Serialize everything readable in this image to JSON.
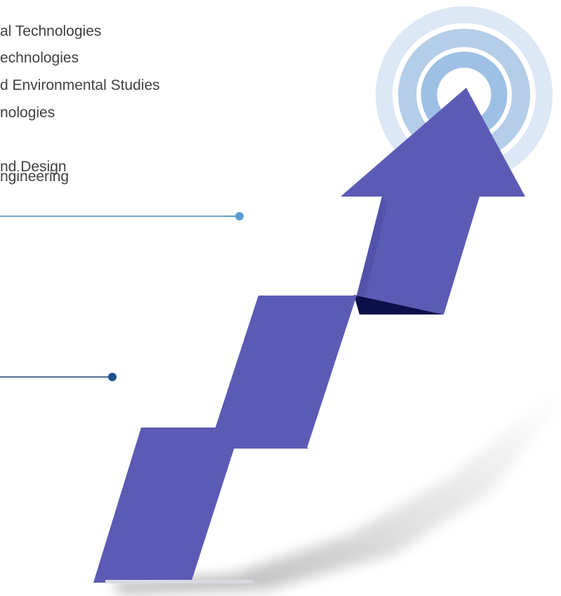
{
  "topics": [
    "al Technologies",
    "echnologies",
    "d Environmental Studies",
    "nologies",
    "",
    "nd Design",
    "ngineering"
  ],
  "colors": {
    "arrow": "#5b5bb5",
    "arrow_shadow": "#0b0f4a",
    "connector_top_line": "#4a86c8",
    "connector_top_dot": "#5b9bd5",
    "connector_bottom_line": "#1f3f7a",
    "connector_bottom_dot": "#1f4e8c",
    "target_outer": "#dce8f5",
    "target_mid": "#b4cde8",
    "target_inner": "#9ec0e4",
    "text": "#404040"
  },
  "icons": {
    "target": "concentric-rings-target-icon",
    "arrow": "rising-step-arrow-icon"
  }
}
